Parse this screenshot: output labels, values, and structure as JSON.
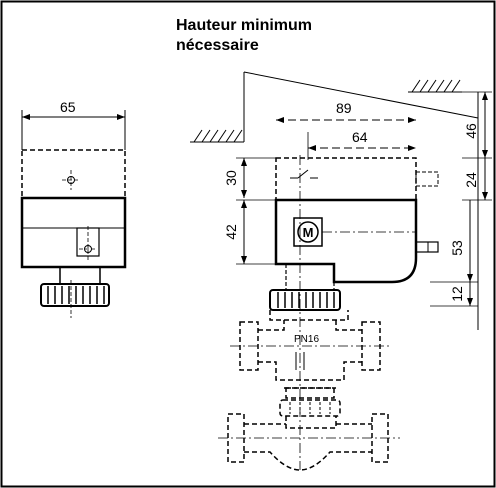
{
  "title": {
    "line1": "Hauteur minimum",
    "line2": "nécessaire"
  },
  "dimensions": {
    "left_width": "65",
    "top_span": "89",
    "inner_span": "64",
    "clearance_right": "46",
    "cover_height": "30",
    "cover_offset": "24",
    "body_height": "42",
    "cable_height": "53",
    "base_height": "12"
  },
  "labels": {
    "motor": "M",
    "valve_rating": "PN16"
  }
}
